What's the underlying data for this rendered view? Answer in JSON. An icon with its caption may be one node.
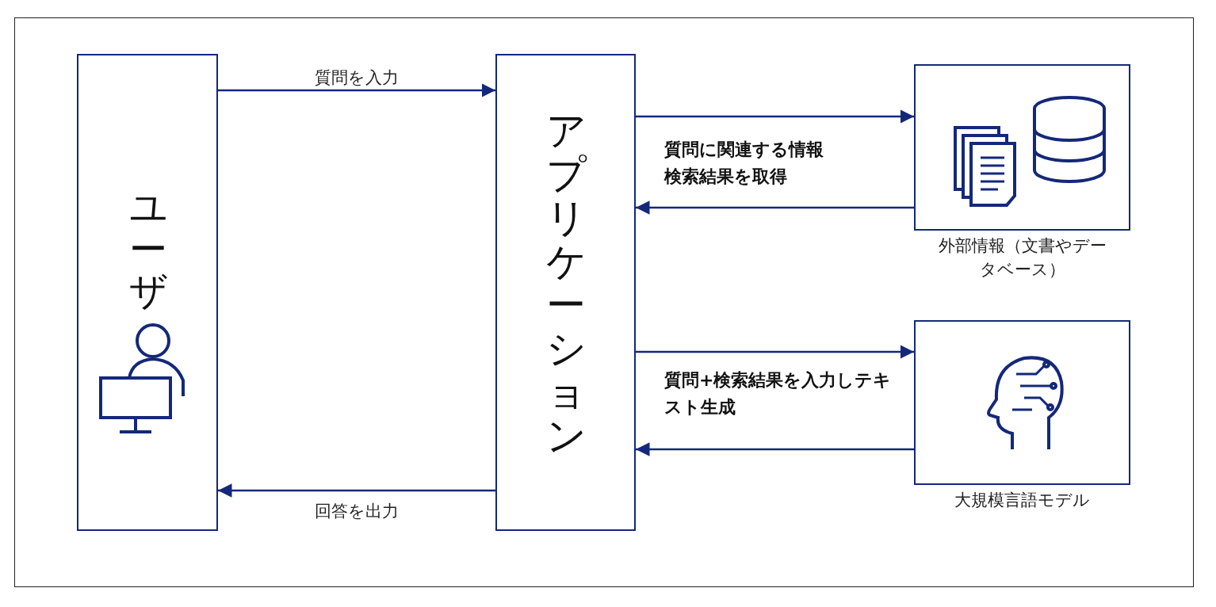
{
  "diagram": {
    "nodes": [
      {
        "text": [
          "ユーザ"
        ]
      },
      {
        "text": [
          "アプリケーション"
        ]
      },
      {
        "text": [
          "外部情報（文書やデータベース）"
        ]
      },
      {
        "text": [
          "大規模言語モデル"
        ]
      }
    ],
    "edges": [
      {
        "from": 0,
        "to": 1,
        "arrow": "to",
        "label": "質問を入力"
      },
      {
        "from": 1,
        "to": 2,
        "arrow": "to"
      },
      {
        "from": 2,
        "to": 1,
        "arrow": "to"
      },
      {
        "from": 1,
        "to": 3,
        "arrow": "to"
      },
      {
        "from": 3,
        "to": 1,
        "arrow": "to"
      },
      {
        "from": 1,
        "to": 0,
        "arrow": "to",
        "label": "回答を出力"
      }
    ],
    "labels": [
      "質問に関連する情報検索結果を取得",
      "質問+検索結果を入力しテキスト生成"
    ]
  }
}
